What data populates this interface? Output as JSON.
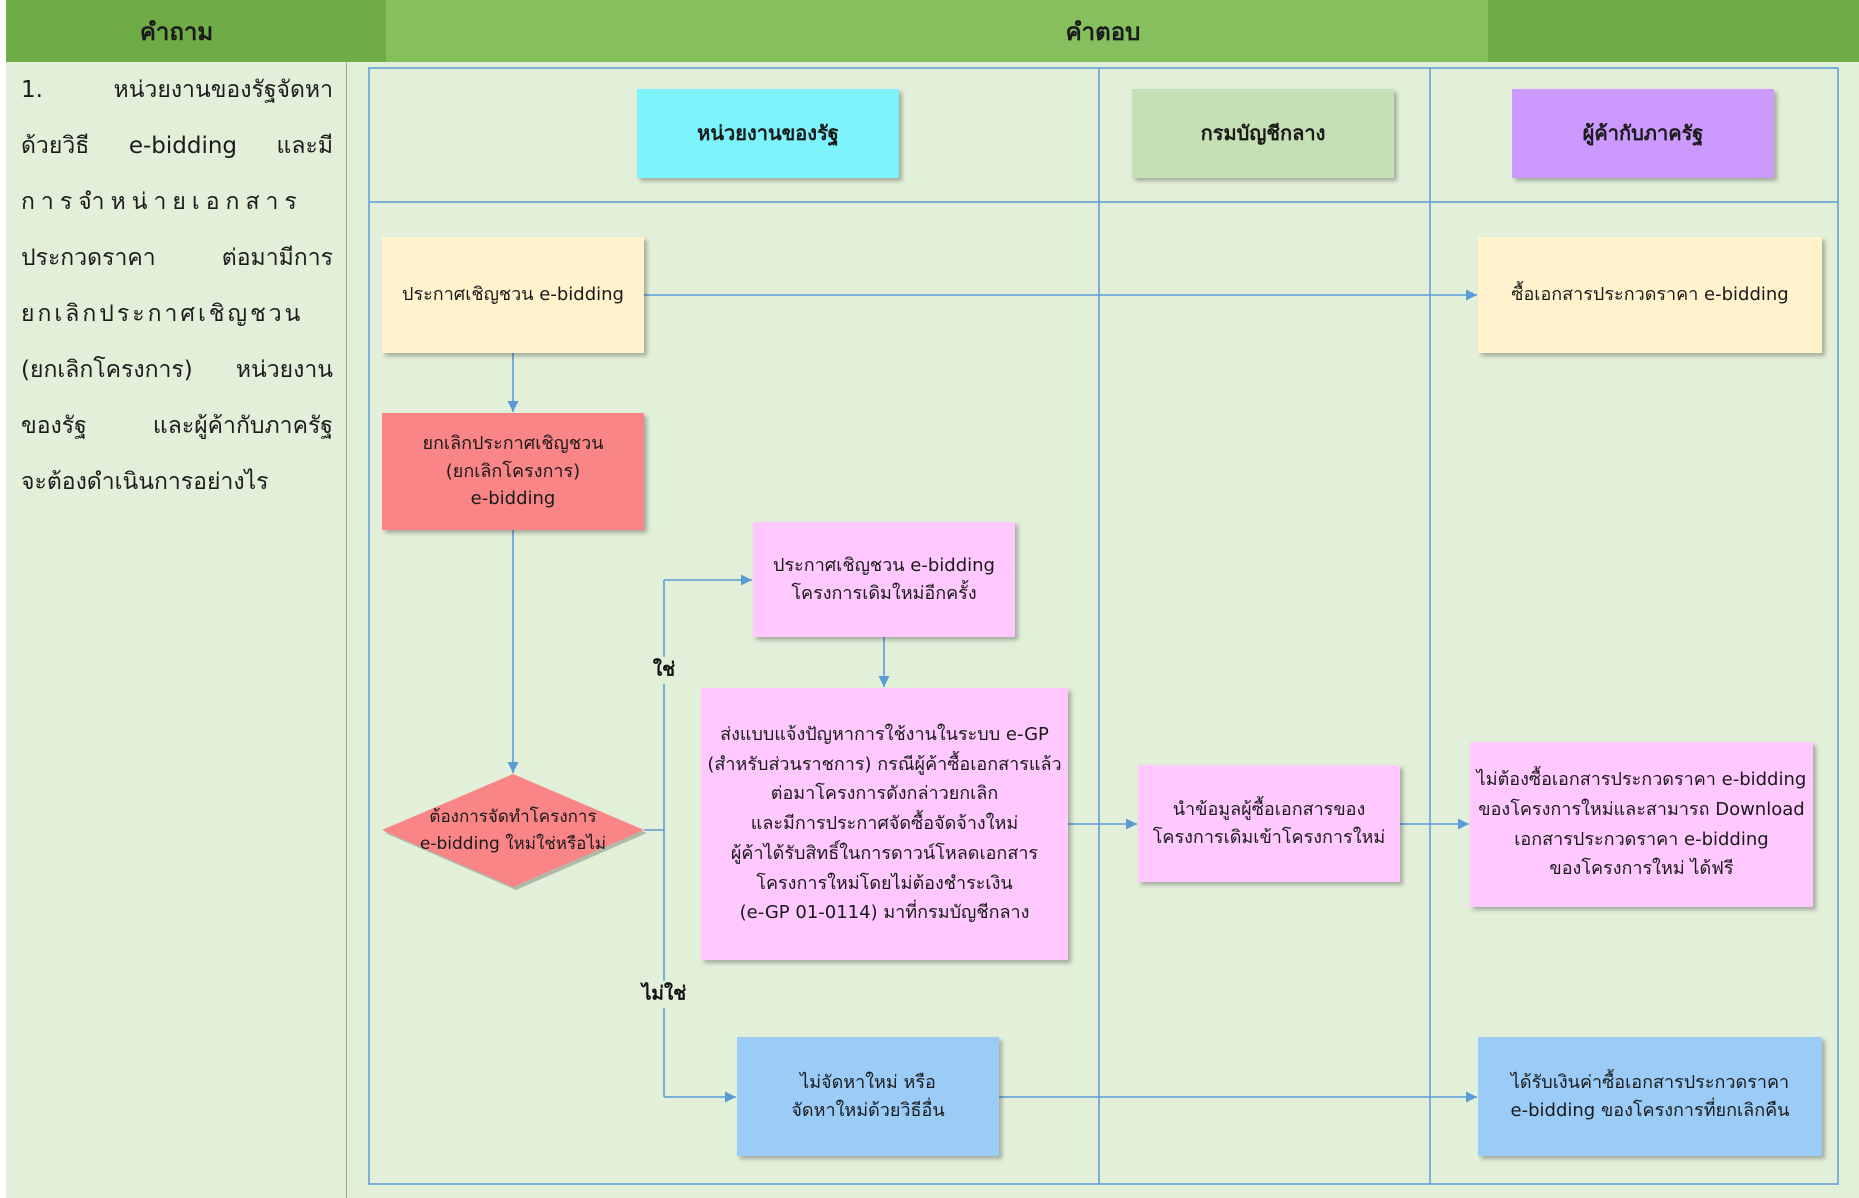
{
  "header": {
    "question_label": "คำถาม",
    "answer_label": "คำตอบ"
  },
  "question": {
    "lines": [
      "1. หน่วยงานของรัฐจัดหา",
      "ด้วยวิธี e-bidding และมี",
      "การจำหน่ายเอกสาร",
      "ประกวดราคา ต่อมามีการ",
      "ยกเลิกประกาศเชิญชวน",
      "(ยกเลิกโครงการ) หน่วยงาน",
      "ของรัฐ และผู้ค้ากับภาครัฐ",
      "จะต้องดำเนินการอย่างไร"
    ]
  },
  "flowchart": {
    "lanes": {
      "government": "หน่วยงานของรัฐ",
      "comptroller": "กรมบัญชีกลาง",
      "vendor": "ผู้ค้ากับภาครัฐ"
    },
    "nodes": {
      "announce": {
        "lines": [
          "ประกาศเชิญชวน e-bidding"
        ]
      },
      "buy_docs": {
        "lines": [
          "ซื้อเอกสารประกวดราคา e-bidding"
        ]
      },
      "cancel": {
        "lines": [
          "ยกเลิกประกาศเชิญชวน",
          "(ยกเลิกโครงการ)",
          "e-bidding"
        ]
      },
      "decision": {
        "lines": [
          "ต้องการจัดทำโครงการ",
          "e-bidding ใหม่ใช่หรือไม่"
        ]
      },
      "reannounce": {
        "lines": [
          "ประกาศเชิญชวน e-bidding",
          "โครงการเดิมใหม่อีกครั้ง"
        ]
      },
      "report_problem": {
        "lines": [
          "ส่งแบบแจ้งปัญหาการใช้งานในระบบ e-GP",
          "(สำหรับส่วนราชการ) กรณีผู้ค้าซื้อเอกสารแล้ว",
          "ต่อมาโครงการดังกล่าวยกเลิก",
          "และมีการประกาศจัดซื้อจัดจ้างใหม่",
          "ผู้ค้าได้รับสิทธิ์ในการดาวน์โหลดเอกสาร",
          "โครงการใหม่โดยไม่ต้องชำระเงิน",
          "(e-GP 01-0114) มาที่กรมบัญชีกลาง"
        ]
      },
      "import_buyers": {
        "lines": [
          "นำข้อมูลผู้ซื้อเอกสารของ",
          "โครงการเดิมเข้าโครงการใหม่"
        ]
      },
      "free_download": {
        "lines": [
          "ไม่ต้องซื้อเอกสารประกวดราคา e-bidding",
          "ของโครงการใหม่และสามารถ Download",
          "เอกสารประกวดราคา e-bidding",
          "ของโครงการใหม่ ได้ฟรี"
        ]
      },
      "no_reprocure": {
        "lines": [
          "ไม่จัดหาใหม่ หรือ",
          "จัดหาใหม่ด้วยวิธีอื่น"
        ]
      },
      "refund": {
        "lines": [
          "ได้รับเงินค่าซื้อเอกสารประกวดราคา",
          "e-bidding ของโครงการที่ยกเลิกคืน"
        ]
      }
    },
    "edge_labels": {
      "yes": "ใช่",
      "no": "ไม่ใช่"
    }
  },
  "colors": {
    "header_dark": "#6fac46",
    "header_light": "#86bf5d",
    "cell_bg": "#e2efd9",
    "cell_border": "#9aa592",
    "flow_line": "#5b9bd5",
    "lane_government": "#7df3fb",
    "lane_comptroller": "#c5e0b4",
    "lane_vendor": "#cc99ff",
    "node_peach": "#fff2cc",
    "node_red": "#f98587",
    "node_pink": "#ffc9ff",
    "node_blue": "#9bcbf7"
  }
}
